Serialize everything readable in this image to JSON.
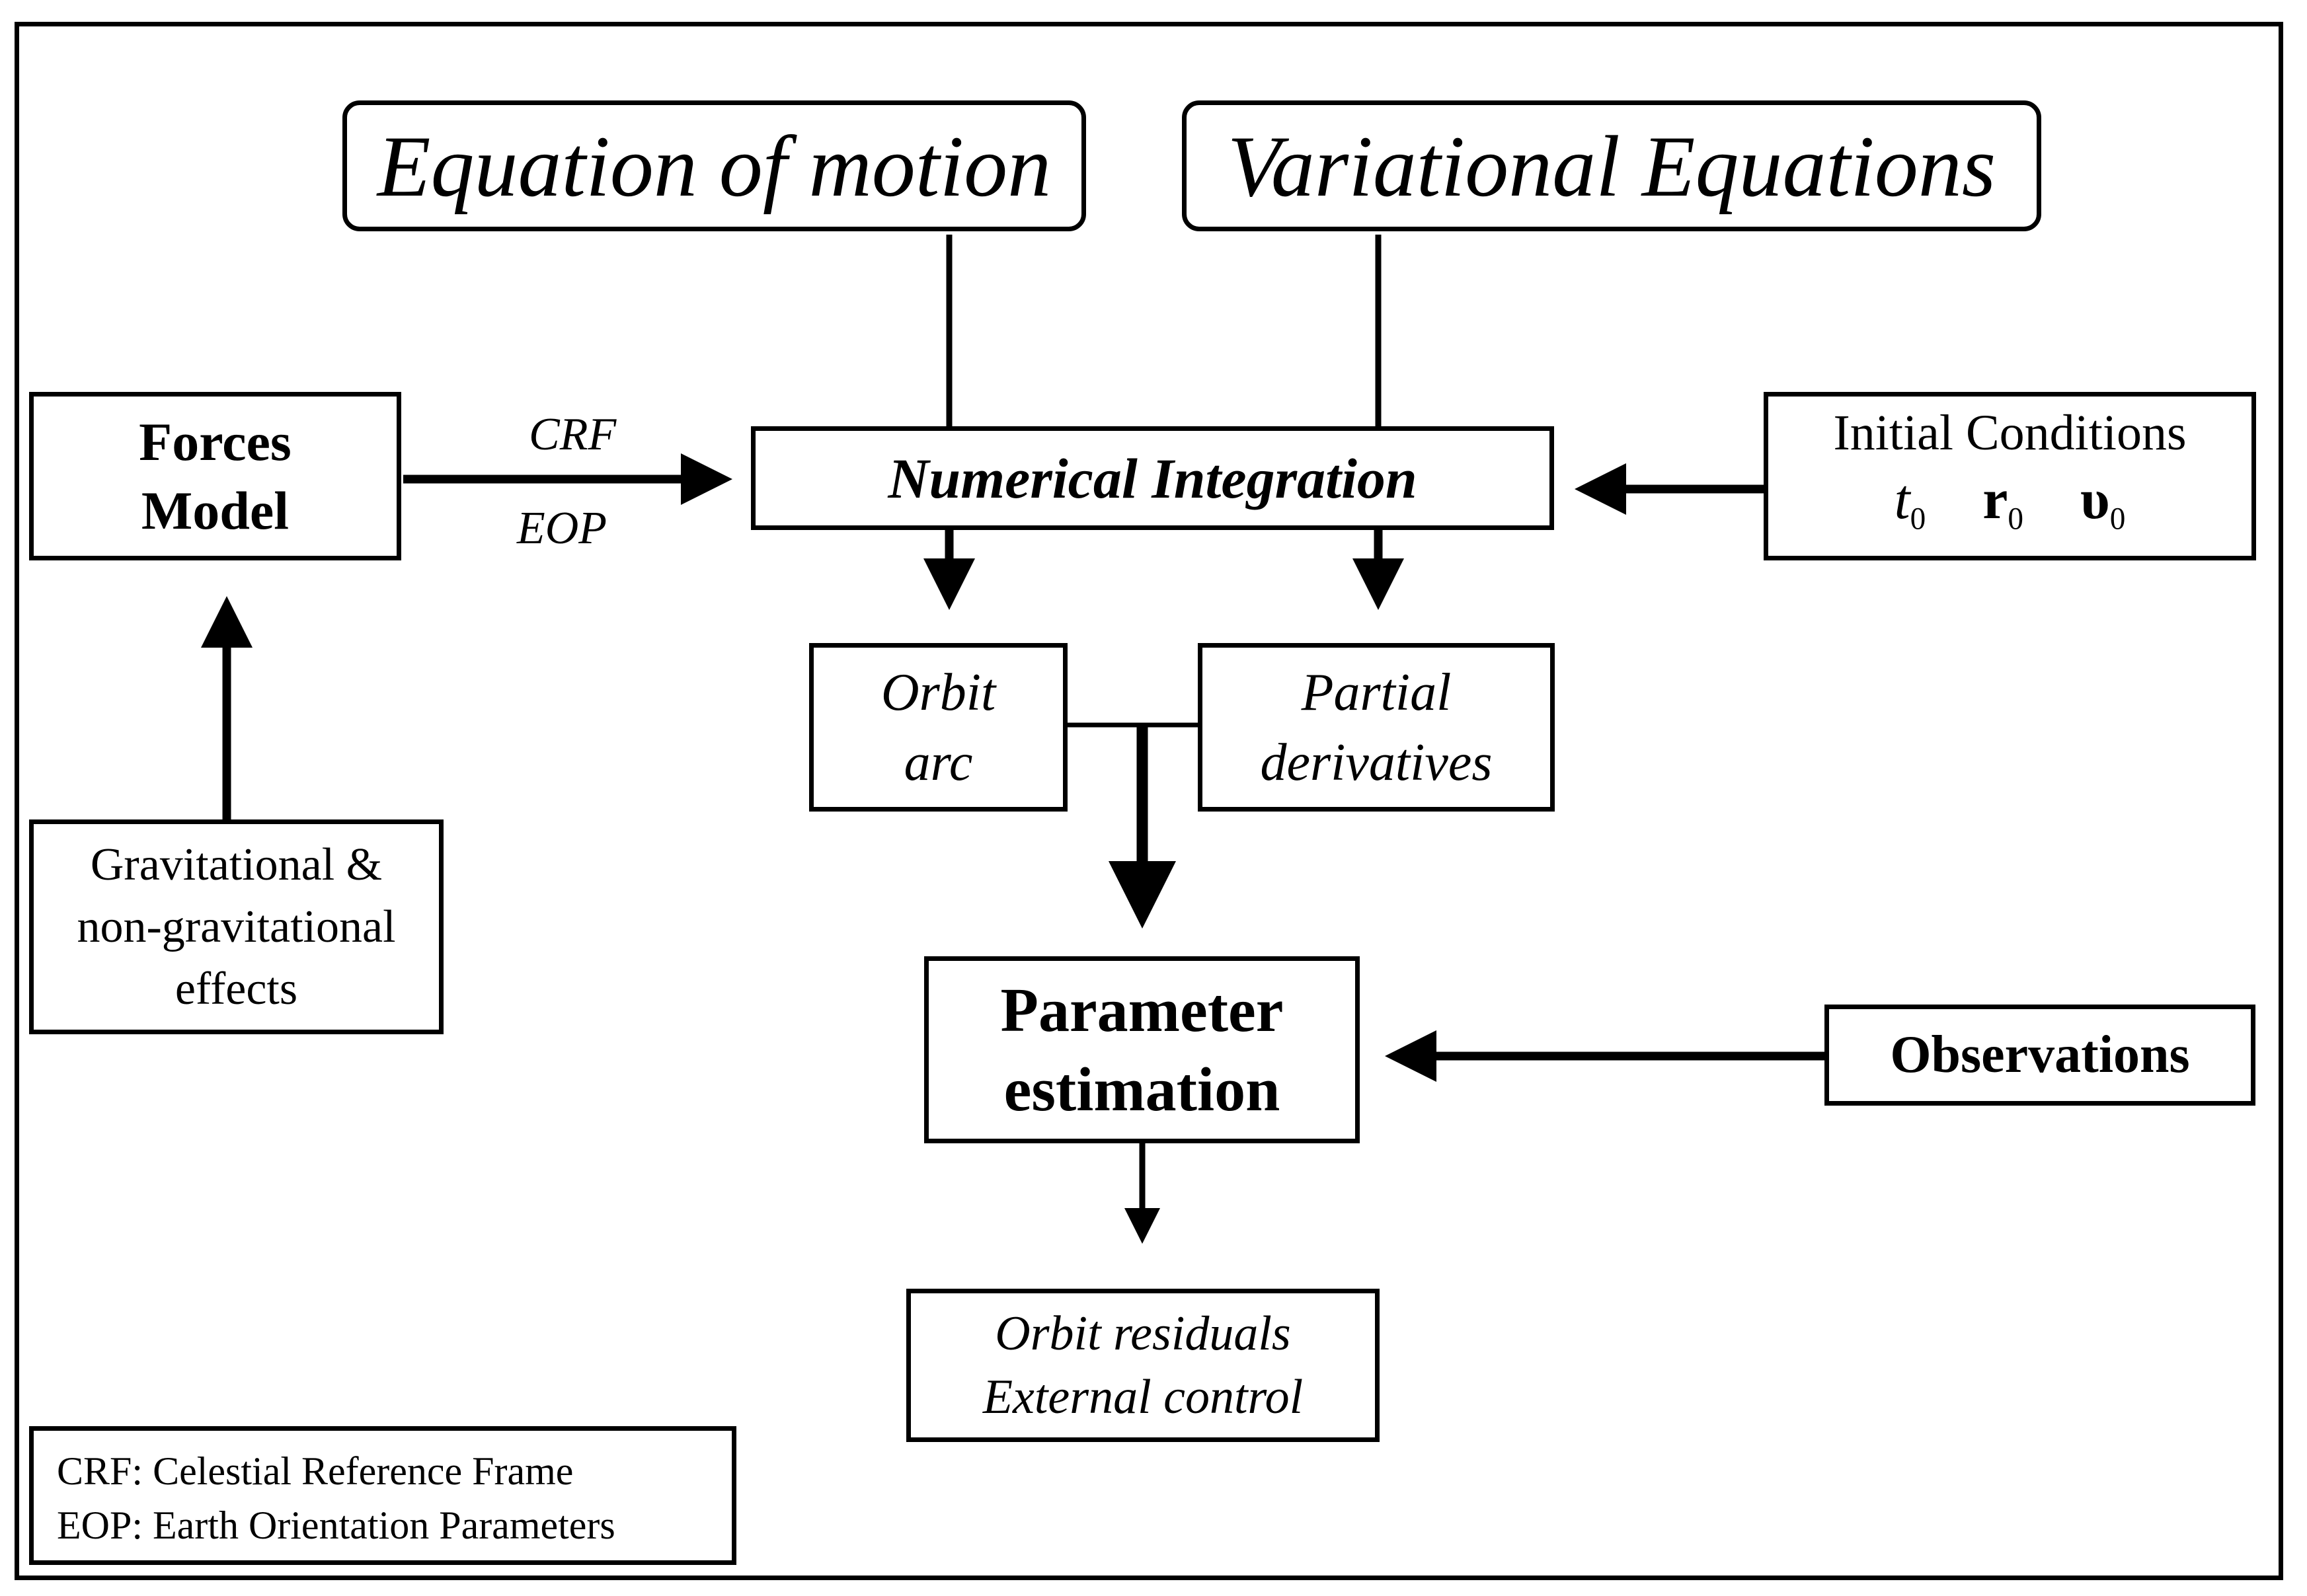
{
  "eom": "Equation of motion",
  "variational": "Variational Equations",
  "forces_model": [
    "Forces",
    "Model"
  ],
  "crf_arrow_label": "CRF",
  "eop_arrow_label": "EOP",
  "numerical_integration": "Numerical Integration",
  "initial_conditions": {
    "title": "Initial Conditions",
    "t": "t",
    "r": "r",
    "v": "υ",
    "sub": "0"
  },
  "gravitational": [
    "Gravitational &",
    "non-gravitational",
    "effects"
  ],
  "orbit_arc": [
    "Orbit",
    "arc"
  ],
  "partial_derivatives": [
    "Partial",
    "derivatives"
  ],
  "parameter_estimation": [
    "Parameter",
    "estimation"
  ],
  "observations": "Observations",
  "orbit_residuals": [
    "Orbit residuals",
    "External control"
  ],
  "legend": [
    "CRF: Celestial Reference Frame",
    "EOP: Earth Orientation Parameters"
  ]
}
